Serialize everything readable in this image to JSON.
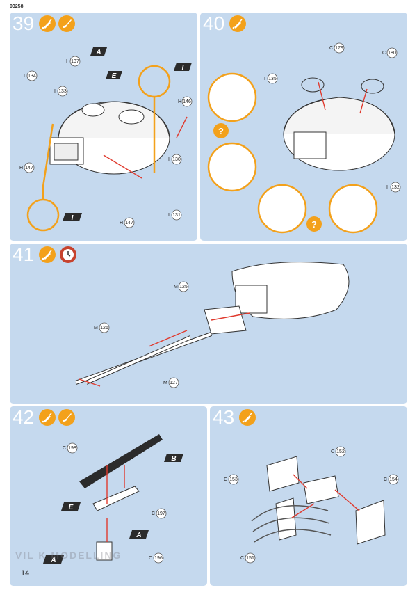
{
  "header": {
    "code": "03258"
  },
  "footer": {
    "page_number": "14",
    "watermark": "VIL    K    MODELLING"
  },
  "colors": {
    "panel": "#c5d9ee",
    "orange": "#f3a11b",
    "arrow": "#e03a2e",
    "tag": "#2b2b2b"
  },
  "steps": [
    {
      "number": "39",
      "icons": [
        "glue-icon",
        "paint-brush-icon"
      ],
      "parts": [
        {
          "prefix": "I",
          "num": "134"
        },
        {
          "prefix": "I",
          "num": "137"
        },
        {
          "prefix": "I",
          "num": "133"
        },
        {
          "prefix": "H",
          "num": "146"
        },
        {
          "prefix": "H",
          "num": "147"
        },
        {
          "prefix": "I",
          "num": "130"
        },
        {
          "prefix": "H",
          "num": "147"
        },
        {
          "prefix": "I",
          "num": "131"
        }
      ],
      "tags": [
        "A",
        "E",
        "I",
        "I"
      ]
    },
    {
      "number": "40",
      "icons": [
        "glue-icon"
      ],
      "parts": [
        {
          "prefix": "C",
          "num": "179"
        },
        {
          "prefix": "C",
          "num": "180"
        },
        {
          "prefix": "I",
          "num": "135"
        },
        {
          "prefix": "I",
          "num": "132"
        }
      ],
      "callouts": [
        "?",
        "?"
      ]
    },
    {
      "number": "41",
      "icons": [
        "glue-icon",
        "clock-icon"
      ],
      "parts": [
        {
          "prefix": "M",
          "num": "125"
        },
        {
          "prefix": "M",
          "num": "126"
        },
        {
          "prefix": "M",
          "num": "127"
        }
      ]
    },
    {
      "number": "42",
      "icons": [
        "glue-icon",
        "paint-brush-icon"
      ],
      "parts": [
        {
          "prefix": "C",
          "num": "198"
        },
        {
          "prefix": "C",
          "num": "197"
        },
        {
          "prefix": "C",
          "num": "196"
        }
      ],
      "tags": [
        "B",
        "E",
        "A",
        "A"
      ]
    },
    {
      "number": "43",
      "icons": [
        "glue-icon"
      ],
      "parts": [
        {
          "prefix": "C",
          "num": "152"
        },
        {
          "prefix": "C",
          "num": "153"
        },
        {
          "prefix": "C",
          "num": "154"
        },
        {
          "prefix": "C",
          "num": "151"
        }
      ]
    }
  ]
}
